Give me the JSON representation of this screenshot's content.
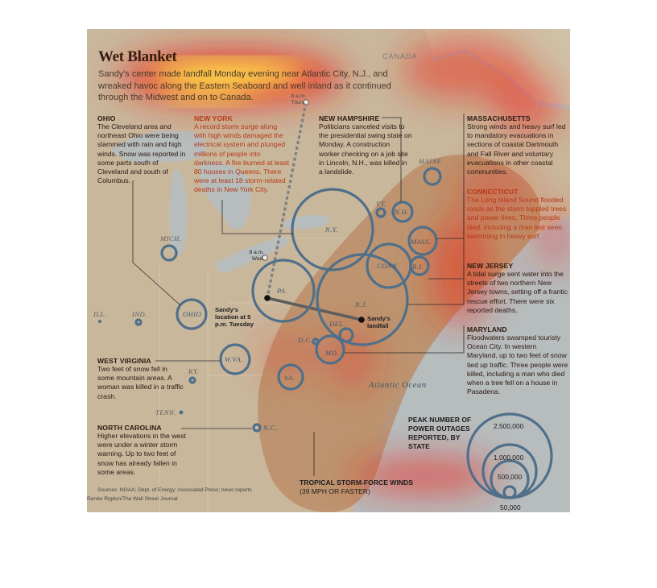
{
  "header": {
    "title": "Wet Blanket",
    "subtitle": "Sandy's center made landfall Monday evening near Atlantic City, N.J., and wreaked havoc along the Eastern Seaboard and well inland as it continued through the Midwest and on to Canada."
  },
  "annotations": {
    "ohio": {
      "heading": "OHIO",
      "body": "The Cleveland area and northeast Ohio were being slammed with rain and high winds. Snow was reported in some parts south of Cleveland and south of Columbus."
    },
    "new_york": {
      "heading": "NEW YORK",
      "body": "A record storm surge along with high winds damaged the electrical system and plunged millions of people into darkness. A fire burned at least 80 houses in Queens. There were at least 18 storm-related deaths in New York City."
    },
    "new_hampshire": {
      "heading": "NEW HAMPSHIRE",
      "body": "Politicians canceled visits to the presidential swing state on Monday. A construction worker checking on a job site in Lincoln, N.H., was killed in a landslide."
    },
    "massachusetts": {
      "heading": "MASSACHUSETTS",
      "body": "Strong winds and heavy surf led to mandatory evacuations in sections of coastal Dartmouth and Fall River and voluntary evacuations in other coastal communities."
    },
    "connecticut": {
      "heading": "CONNECTICUT",
      "body": "The Long Island Sound flooded roads as the storm toppled trees and power lines. Three people died, including a man last seen swimming in heavy surf."
    },
    "new_jersey": {
      "heading": "NEW JERSEY",
      "body": "A tidal surge sent water into the streets of two northern New Jersey towns, setting off a frantic rescue effort. There were six reported deaths."
    },
    "maryland": {
      "heading": "MARYLAND",
      "body": "Floodwaters swamped touristy Ocean City. In western Maryland, up to two feet of snow tied up traffic. Three people were killed, including a man who died when a tree fell on a house in Pasadena."
    },
    "west_virginia": {
      "heading": "WEST VIRGINIA",
      "body": "Two feet of snow fell in some mountain areas. A woman was killed in a traffic crash."
    },
    "north_carolina": {
      "heading": "NORTH CAROLINA",
      "body": "Higher elevations in the west were under a winter storm warning. Up to two feet of snow has already fallen in some areas."
    }
  },
  "map_labels": {
    "canada": "CANADA",
    "ocean": "Atlantic Ocean",
    "states": {
      "maine": "MAINE",
      "vt": "VT.",
      "nh": "N.H.",
      "mass": "MASS.",
      "ri": "R.I.",
      "conn": "CONN.",
      "ny": "N.Y.",
      "pa": "PA.",
      "nj": "N.J.",
      "del": "DEL.",
      "md": "MD.",
      "dc": "D.C.",
      "va": "VA.",
      "wva": "W.VA.",
      "ohio": "OHIO",
      "mich": "MICH.",
      "ind": "IND.",
      "ill": "ILL.",
      "ky": "KY.",
      "tenn": "TENN.",
      "nc": "N.C."
    }
  },
  "storm_track": {
    "point_thurs": "8 a.m. Thurs.",
    "point_wed": "8 a.m. Wed.",
    "location_label": "Sandy's location at 5 p.m. Tuesday",
    "landfall_label": "Sandy's landfall"
  },
  "legend": {
    "title": "PEAK NUMBER OF POWER OUTAGES REPORTED, BY STATE",
    "values": [
      "2,500,000",
      "1,000,000",
      "500,000",
      "50,000"
    ]
  },
  "winds": {
    "title": "TROPICAL STORM-FORCE WINDS",
    "subtitle": "(39 MPH OR FASTER)"
  },
  "credits": {
    "sources": "Sources: NOAA; Dept. of Energy; Associated Press; news reports",
    "byline": "Renée Rigdon/The Wall Street Journal"
  },
  "colors": {
    "land": "#c9b79c",
    "water": "#b7bcbd",
    "circle": "#4f6f8a",
    "wind_zone": "#b8875e",
    "heat_red": "#ee2a1c",
    "heat_yellow": "#ffe84a"
  }
}
